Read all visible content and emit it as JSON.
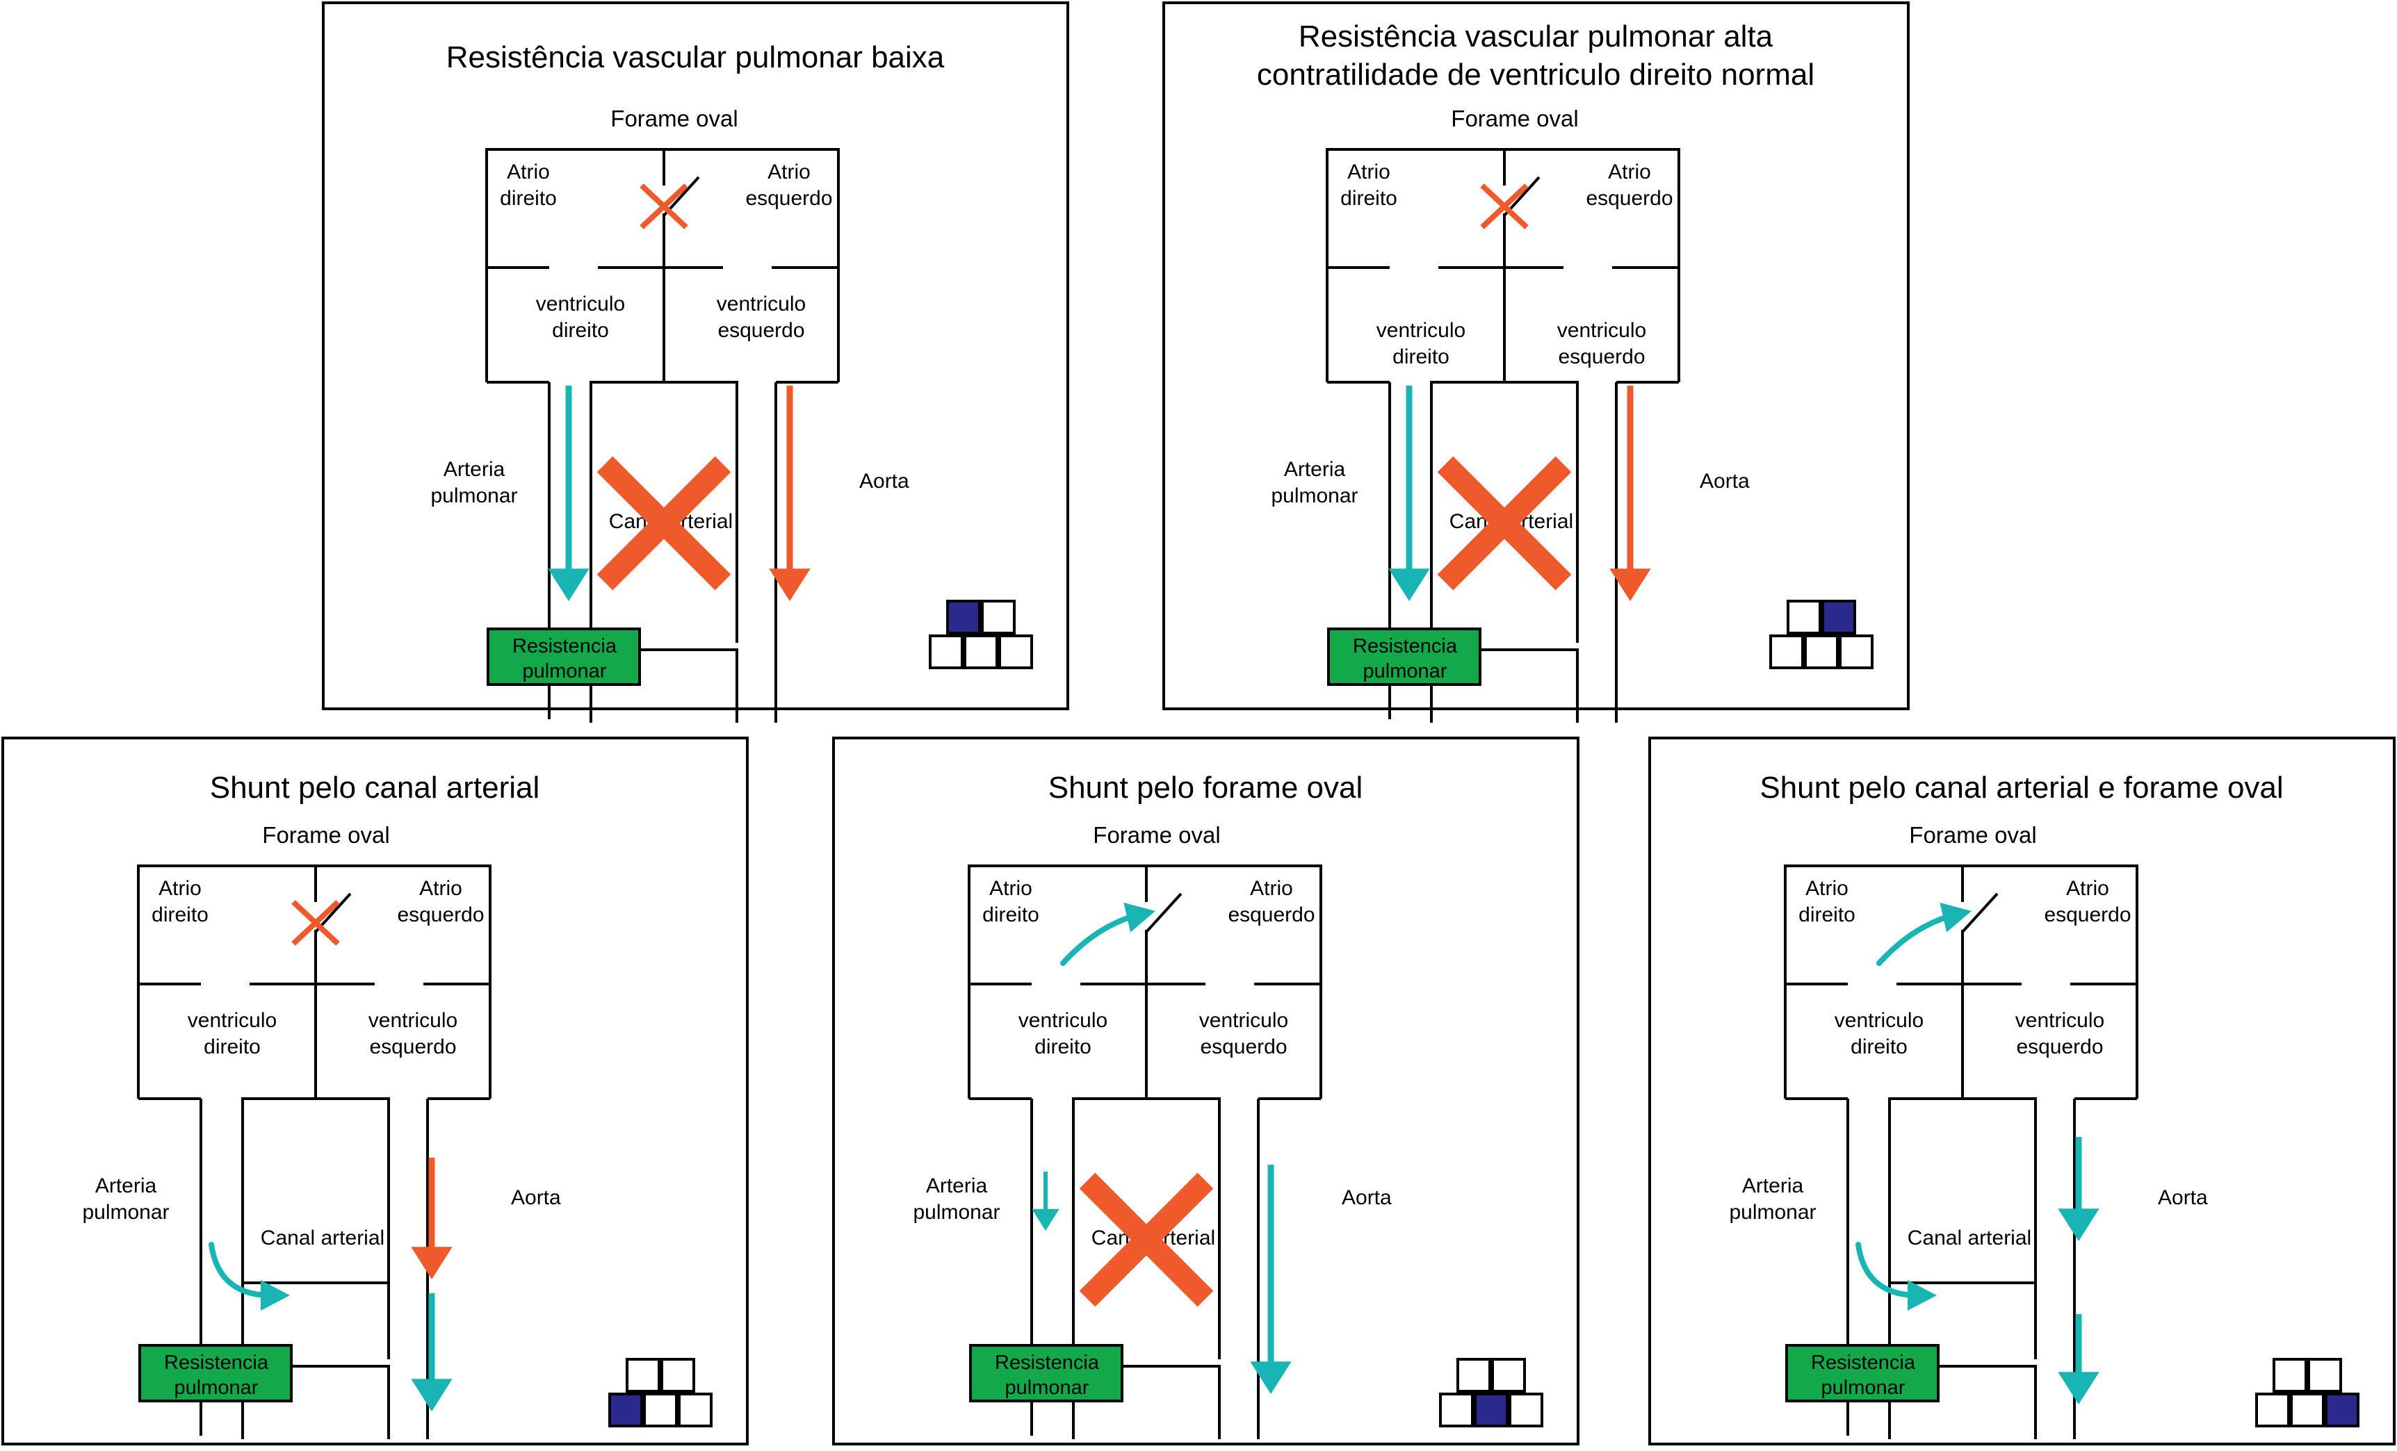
{
  "colors": {
    "border": "#000000",
    "red": "#ee5a2b",
    "teal": "#19b5b5",
    "green": "#13a84a",
    "navy": "#2a2a8c"
  },
  "labels": {
    "forame": "Forame oval",
    "atrio_direito": [
      "Atrio",
      "direito"
    ],
    "atrio_esquerdo": [
      "Atrio",
      "esquerdo"
    ],
    "ventriculo_direito": [
      "ventriculo",
      "direito"
    ],
    "ventriculo_esquerdo": [
      "ventriculo",
      "esquerdo"
    ],
    "arteria": [
      "Arteria",
      "pulmonar"
    ],
    "aorta": "Aorta",
    "canal": "Canal arterial",
    "resistencia": [
      "Resistencia",
      "pulmonar"
    ]
  },
  "panels": [
    {
      "id": "baixa",
      "title": [
        "Resistência vascular pulmonar baixa"
      ],
      "variant": "top",
      "ventLabelsLow": false,
      "foramenCrossed": true,
      "foramenArrow": false,
      "canalCrossed": true,
      "canalBlockShort": false,
      "arrows": {
        "pulmonar": "teal-long",
        "aorta": "red-long",
        "canalCurve": false
      },
      "indicator": {
        "top": [
          true,
          false
        ],
        "bottom": [
          false,
          false,
          false
        ]
      }
    },
    {
      "id": "alta",
      "title": [
        "Resistência vascular pulmonar alta",
        "contratilidade de ventriculo direito normal"
      ],
      "variant": "top",
      "ventLabelsLow": true,
      "foramenCrossed": true,
      "foramenArrow": false,
      "canalCrossed": true,
      "canalBlockShort": false,
      "arrows": {
        "pulmonar": "teal-long",
        "aorta": "red-long",
        "canalCurve": false
      },
      "indicator": {
        "top": [
          false,
          true
        ],
        "bottom": [
          false,
          false,
          false
        ]
      }
    },
    {
      "id": "shunt-canal",
      "title": [
        "Shunt pelo canal arterial"
      ],
      "variant": "bottom",
      "ventLabelsLow": false,
      "foramenCrossed": true,
      "foramenArrow": false,
      "canalCrossed": false,
      "canalBlockShort": true,
      "arrows": {
        "pulmonar": "none",
        "aorta": "red-then-teal",
        "canalCurve": true
      },
      "indicator": {
        "top": [
          false,
          false
        ],
        "bottom": [
          true,
          false,
          false
        ]
      }
    },
    {
      "id": "shunt-forame",
      "title": [
        "Shunt pelo forame oval"
      ],
      "variant": "bottom",
      "ventLabelsLow": false,
      "foramenCrossed": false,
      "foramenArrow": true,
      "canalCrossed": true,
      "canalBlockShort": false,
      "arrows": {
        "pulmonar": "teal-short",
        "aorta": "teal-long",
        "canalCurve": false
      },
      "indicator": {
        "top": [
          false,
          false
        ],
        "bottom": [
          false,
          true,
          false
        ]
      }
    },
    {
      "id": "shunt-ambos",
      "title": [
        "Shunt pelo canal arterial e forame oval"
      ],
      "variant": "bottom",
      "ventLabelsLow": false,
      "foramenCrossed": false,
      "foramenArrow": true,
      "canalCrossed": false,
      "canalBlockShort": true,
      "arrows": {
        "pulmonar": "none",
        "aorta": "teal-split",
        "canalCurve": true
      },
      "indicator": {
        "top": [
          false,
          false
        ],
        "bottom": [
          false,
          false,
          true
        ]
      }
    }
  ]
}
